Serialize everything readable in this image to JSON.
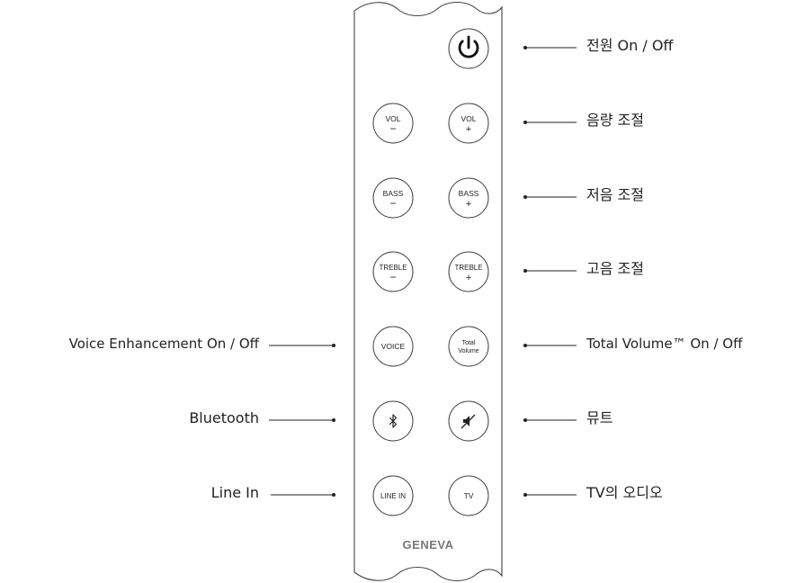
{
  "brand": "GENEVA",
  "buttons": {
    "power": {
      "icon": "power-icon"
    },
    "vol_minus": {
      "label": "VOL",
      "sign": "−"
    },
    "vol_plus": {
      "label": "VOL",
      "sign": "+"
    },
    "bass_minus": {
      "label": "BASS",
      "sign": "−"
    },
    "bass_plus": {
      "label": "BASS",
      "sign": "+"
    },
    "treble_minus": {
      "label": "TREBLE",
      "sign": "−"
    },
    "treble_plus": {
      "label": "TREBLE",
      "sign": "+"
    },
    "voice": {
      "label": "VOICE"
    },
    "total_volume": {
      "line1": "Total",
      "line2": "Volume"
    },
    "bluetooth": {
      "icon": "bluetooth-icon"
    },
    "mute": {
      "icon": "mute-icon"
    },
    "line_in": {
      "label": "LINE IN"
    },
    "tv": {
      "label": "TV"
    }
  },
  "callouts": {
    "power": "전원 On / Off",
    "volume": "음량 조절",
    "bass": "저음 조절",
    "treble": "고음 조절",
    "voice": "Voice Enhancement On / Off",
    "total_volume": "Total Volume™ On / Off",
    "bluetooth": "Bluetooth",
    "mute": "뮤트",
    "line_in": "Line In",
    "tv": "TV의 오디오"
  }
}
